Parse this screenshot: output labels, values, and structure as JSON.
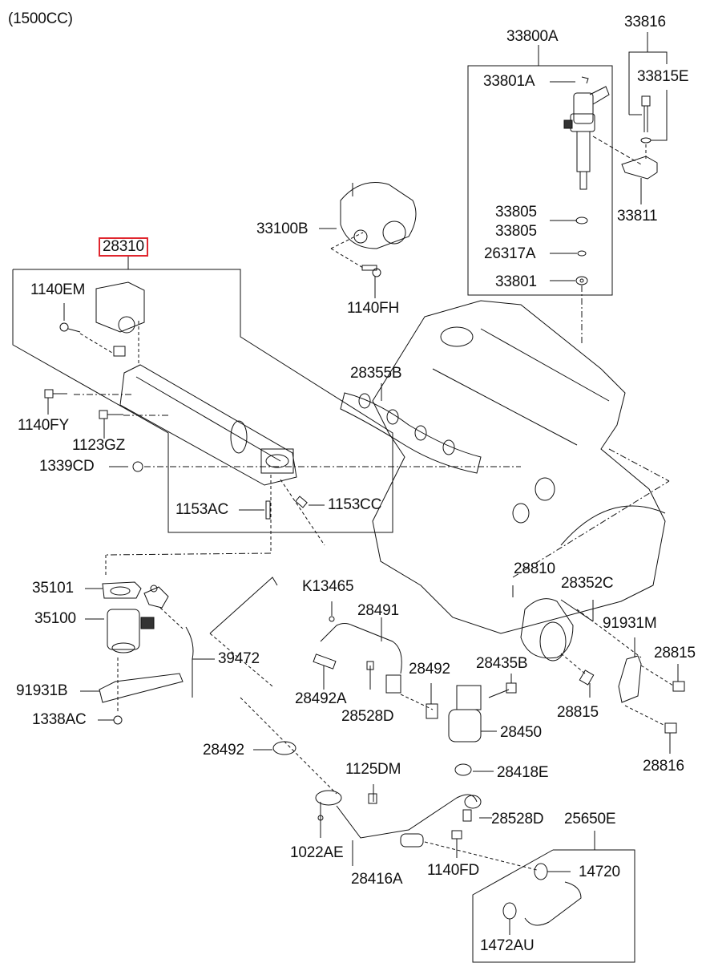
{
  "diagram": {
    "variant_label": "(1500CC)",
    "highlight_color": "#e0262e",
    "line_color": "#111111",
    "selected_part": "28310",
    "parts": {
      "p33800A": "33800A",
      "p33816": "33816",
      "p33801A": "33801A",
      "p33815E": "33815E",
      "p33805a": "33805",
      "p33805b": "33805",
      "p33811": "33811",
      "p26317A": "26317A",
      "p33801": "33801",
      "p33100B": "33100B",
      "p1140FH": "1140FH",
      "p28310": "28310",
      "p1140EM": "1140EM",
      "p28355B": "28355B",
      "p1140FY": "1140FY",
      "p1123GZ": "1123GZ",
      "p1339CD": "1339CD",
      "p1153AC": "1153AC",
      "p1153CC": "1153CC",
      "p28810": "28810",
      "p28352C": "28352C",
      "p35101": "35101",
      "pK13465": "K13465",
      "p28491": "28491",
      "p35100": "35100",
      "p91931M": "91931M",
      "p39472": "39472",
      "p28815a": "28815",
      "p28492a": "28492",
      "p28435B": "28435B",
      "p91931B": "91931B",
      "p28492A": "28492A",
      "p28528Da": "28528D",
      "p28815b": "28815",
      "p1338AC": "1338AC",
      "p28450": "28450",
      "p28816": "28816",
      "p28492b": "28492",
      "p1125DM": "1125DM",
      "p28418E": "28418E",
      "p28528Db": "28528D",
      "p25650E": "25650E",
      "p1022AE": "1022AE",
      "p1140FD": "1140FD",
      "p14720": "14720",
      "p28416A": "28416A",
      "p1472AU": "1472AU"
    }
  }
}
